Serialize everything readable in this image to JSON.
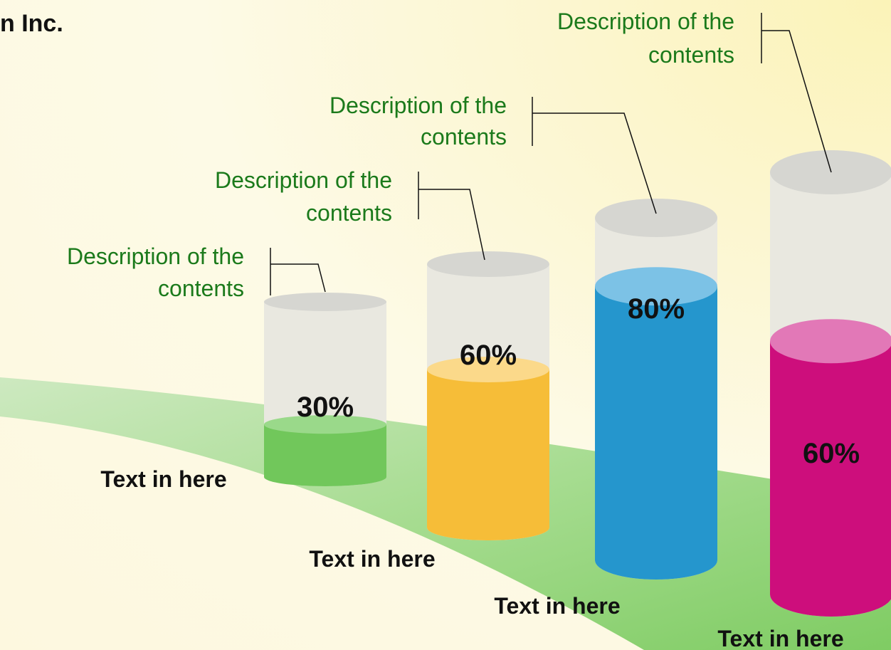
{
  "header": {
    "company_fragment": "n Inc."
  },
  "colors": {
    "band": "#8fd374",
    "empty_cylinder": "#e9e8e0",
    "empty_cylinder_top": "#d6d6d1",
    "callout_text": "#1b7a1b",
    "callout_line": "#111111"
  },
  "chart_data": {
    "type": "bar",
    "style": "3d-cylinder",
    "categories": [
      "Text in here",
      "Text in here",
      "Text in here",
      "Text in here"
    ],
    "values": [
      30,
      60,
      80,
      60
    ],
    "value_labels": [
      "30%",
      "60%",
      "80%",
      "60%"
    ],
    "descriptions": [
      [
        "Description of the",
        "contents"
      ],
      [
        "Description of the",
        "contents"
      ],
      [
        "Description of the",
        "contents"
      ],
      [
        "Description of the",
        "contents"
      ]
    ],
    "colors": [
      "#71c75b",
      "#f6bd38",
      "#2596cd",
      "#cd0e7c"
    ],
    "top_colors": [
      "#9ad98a",
      "#fbd98a",
      "#7cc2e6",
      "#e278b7"
    ],
    "ylim": [
      0,
      100
    ],
    "grid": false,
    "legend": "none"
  }
}
